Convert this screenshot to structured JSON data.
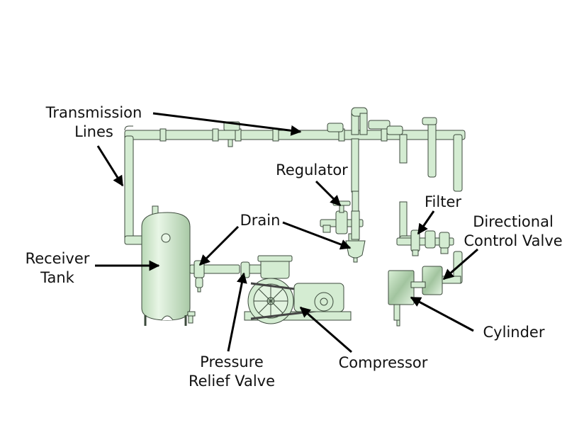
{
  "labels": {
    "transmission_lines": [
      "Transmission",
      "Lines"
    ],
    "regulator": "Regulator",
    "filter": "Filter",
    "drain": "Drain",
    "directional_control_valve": [
      "Directional",
      "Control Valve"
    ],
    "receiver_tank": [
      "Receiver",
      "Tank"
    ],
    "cylinder": "Cylinder",
    "pressure_relief_valve": [
      "Pressure",
      "Relief Valve"
    ],
    "compressor": "Compressor"
  },
  "colors": {
    "equipment_fill": "#d4ecd2",
    "equipment_stroke": "#3c4a3c",
    "arrow": "#000000"
  }
}
